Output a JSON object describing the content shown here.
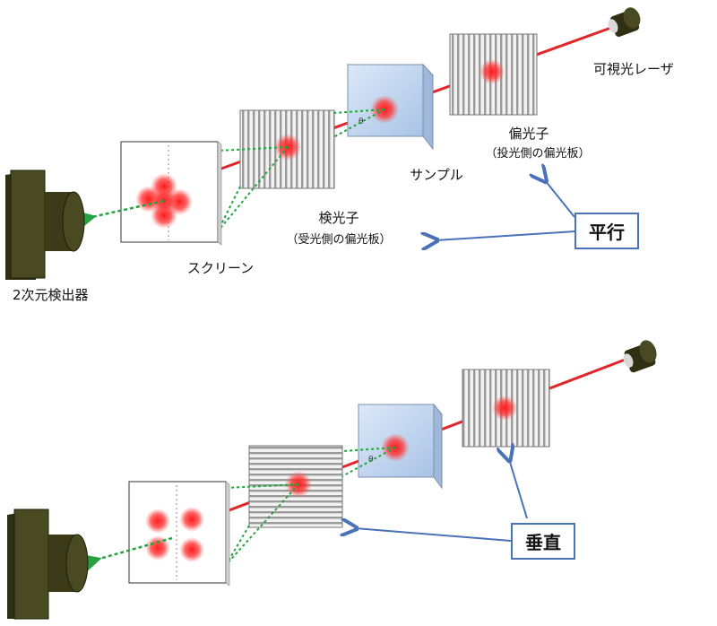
{
  "top": {
    "laser_label": "可視光レーザ",
    "polarizer_label": "偏光子",
    "polarizer_sub": "（投光側の偏光板）",
    "sample_label": "サンプル",
    "analyzer_label": "検光子",
    "analyzer_sub": "（受光側の偏光板）",
    "screen_label": "スクリーン",
    "detector_label": "2次元検出器",
    "callout_label": "平行",
    "theta": "θ"
  },
  "bottom": {
    "callout_label": "垂直",
    "theta": "θ"
  },
  "colors": {
    "beam": "#e0262a",
    "scatter": "#27a243",
    "arrow": "#4a72b8",
    "camera_front": "#4a4a22",
    "camera_side": "#2f2f14",
    "sample_fill": "#c9ddf3"
  }
}
